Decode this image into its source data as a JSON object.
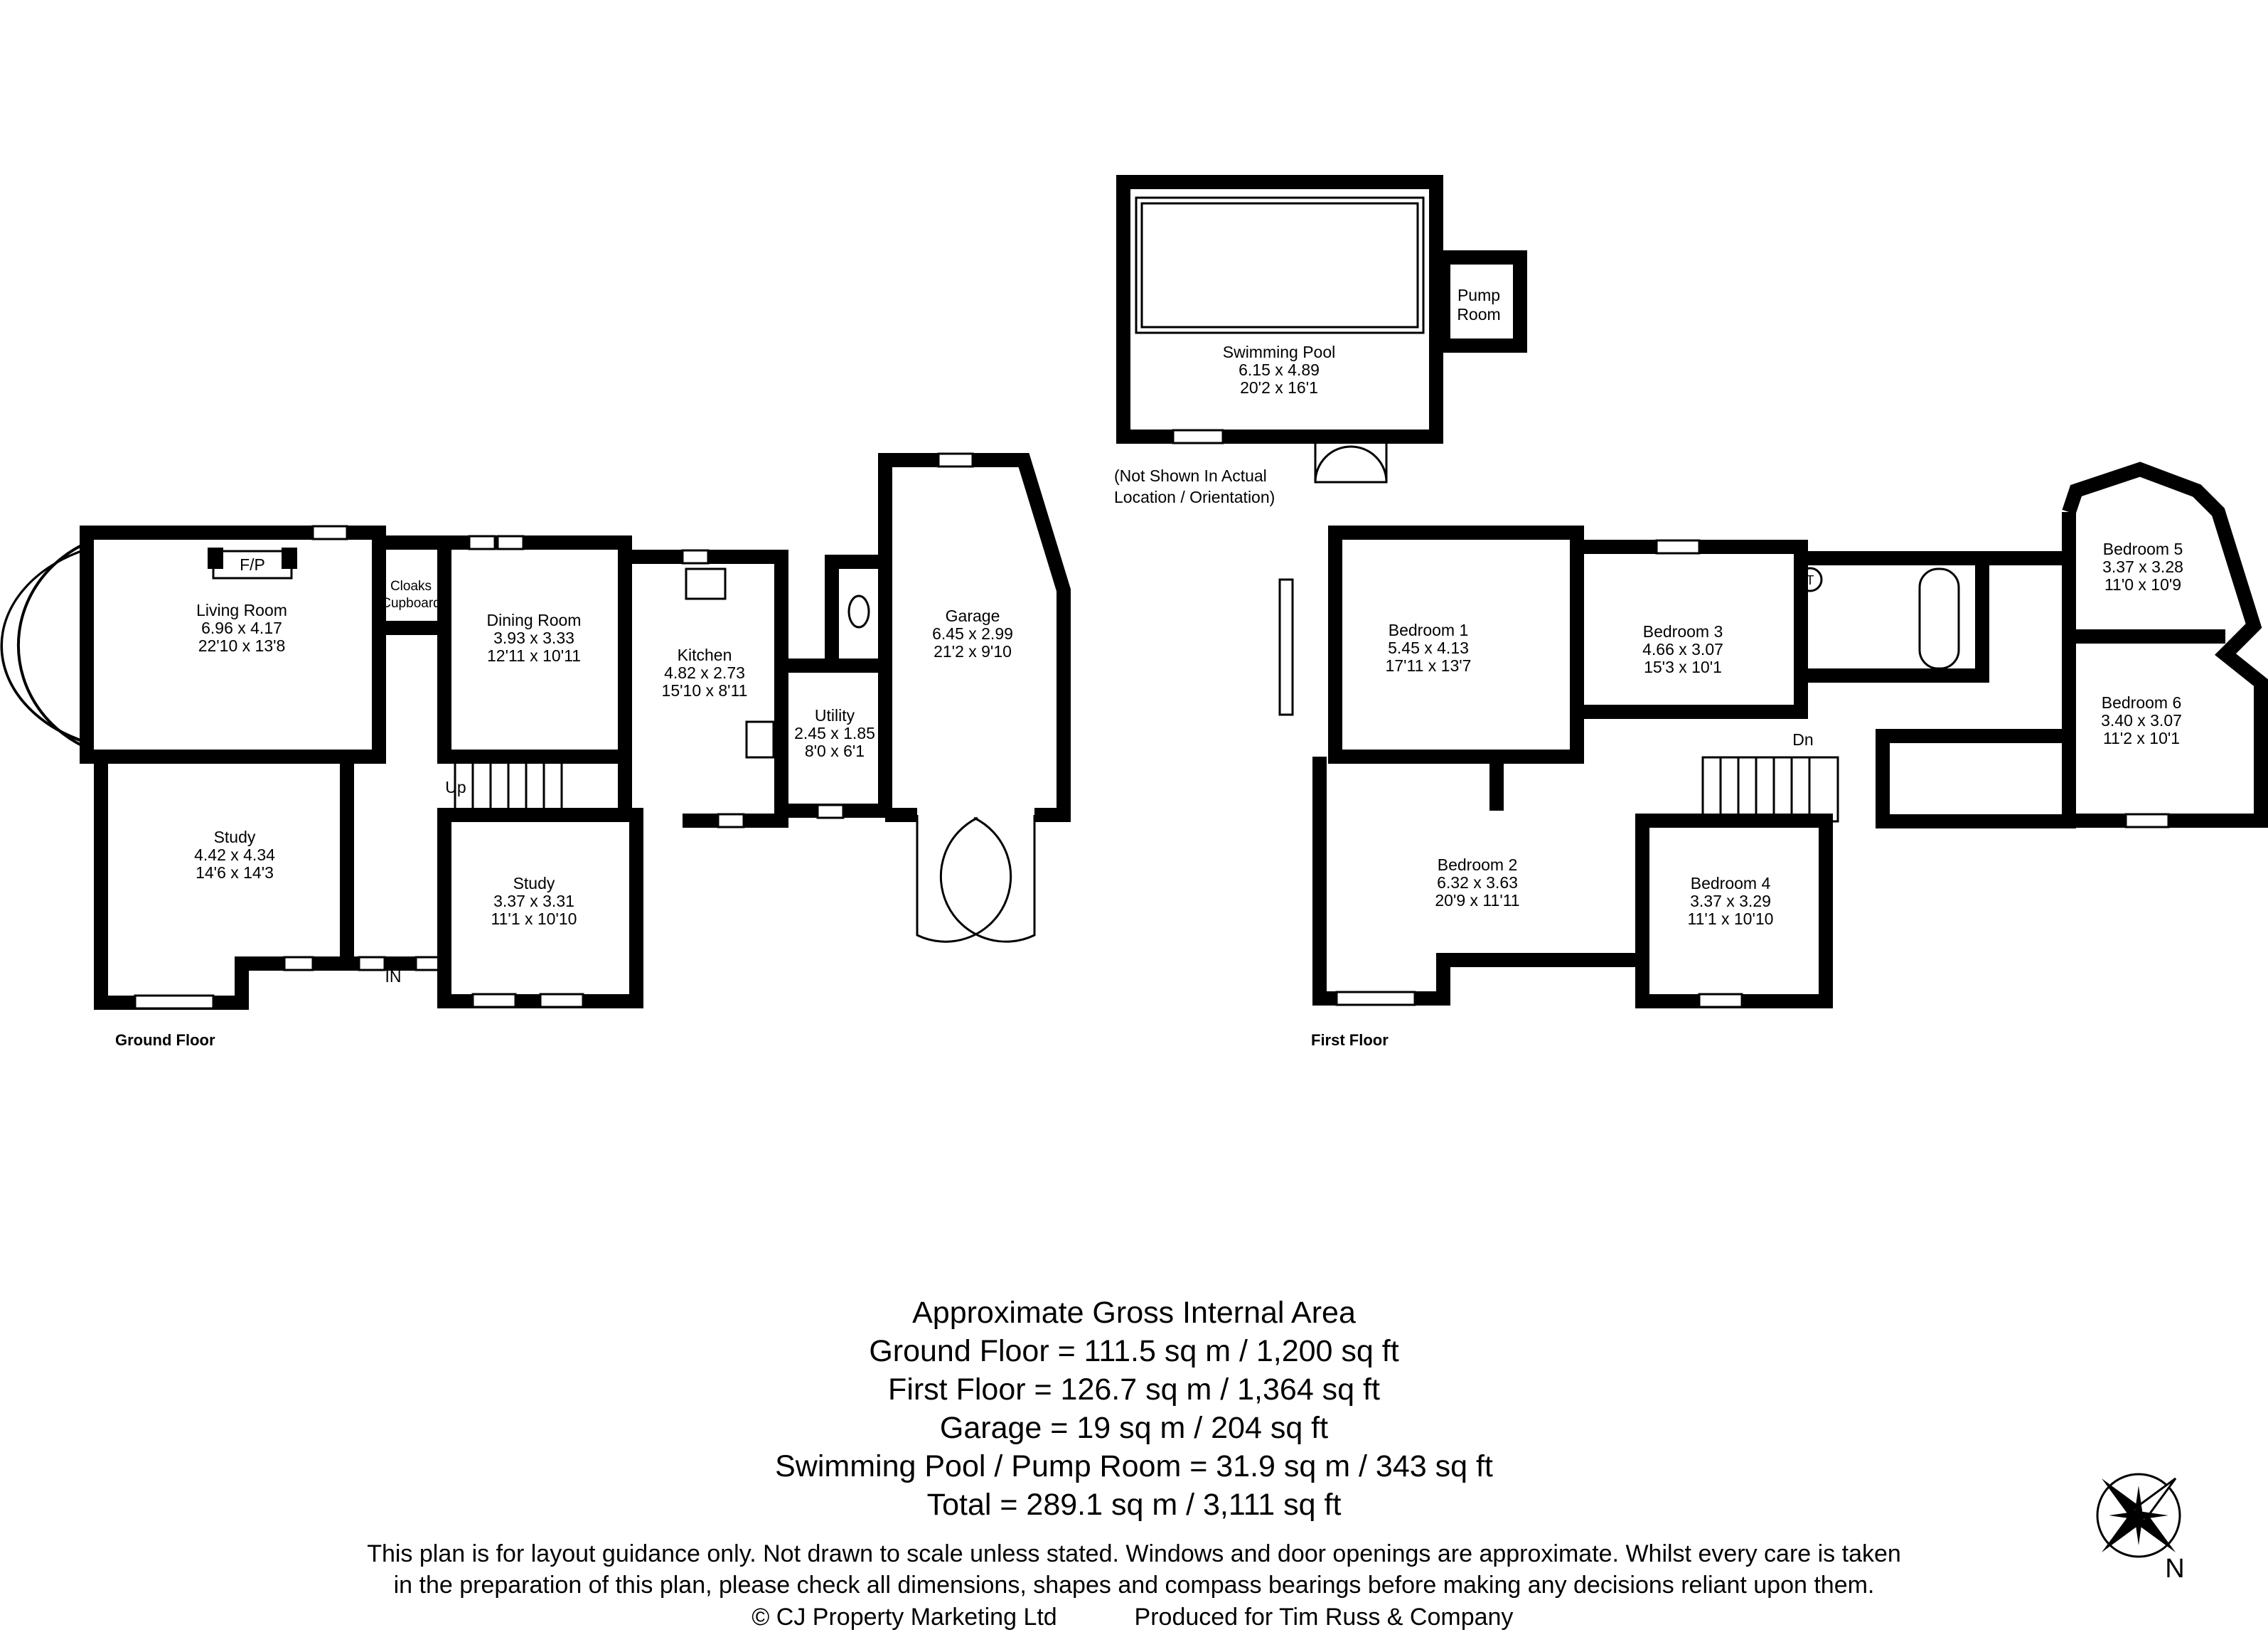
{
  "ground_floor": {
    "title": "Ground Floor",
    "rooms": [
      {
        "name": "Living Room",
        "metric": "6.96 x 4.17",
        "imperial": "22'10 x 13'8"
      },
      {
        "name": "Dining Room",
        "metric": "3.93 x 3.33",
        "imperial": "12'11 x 10'11"
      },
      {
        "name": "Kitchen",
        "metric": "4.82 x 2.73",
        "imperial": "15'10 x 8'11"
      },
      {
        "name": "Utility",
        "metric": "2.45 x 1.85",
        "imperial": "8'0 x 6'1"
      },
      {
        "name": "Garage",
        "metric": "6.45 x 2.99",
        "imperial": "21'2 x 9'10"
      },
      {
        "name": "Study",
        "metric": "4.42 x 4.34",
        "imperial": "14'6 x 14'3"
      },
      {
        "name": "Study",
        "metric": "3.37 x 3.31",
        "imperial": "11'1 x 10'10"
      }
    ],
    "cloaks": [
      "Cloaks",
      "Cupboard"
    ],
    "fireplace": "F/P",
    "stairs": "Up",
    "entrance": "IN"
  },
  "pool": {
    "name": "Swimming Pool",
    "metric": "6.15 x 4.89",
    "imperial": "20'2 x 16'1",
    "pump_room": [
      "Pump",
      "Room"
    ],
    "note": [
      "(Not Shown In Actual",
      "Location / Orientation)"
    ]
  },
  "first_floor": {
    "title": "First Floor",
    "rooms": [
      {
        "name": "Bedroom 1",
        "metric": "5.45 x 4.13",
        "imperial": "17'11 x 13'7"
      },
      {
        "name": "Bedroom 3",
        "metric": "4.66 x 3.07",
        "imperial": "15'3 x 10'1"
      },
      {
        "name": "Bedroom 5",
        "metric": "3.37 x 3.28",
        "imperial": "11'0 x 10'9"
      },
      {
        "name": "Bedroom 6",
        "metric": "3.40 x 3.07",
        "imperial": "11'2 x 10'1"
      },
      {
        "name": "Bedroom 2",
        "metric": "6.32 x 3.63",
        "imperial": "20'9 x 11'11"
      },
      {
        "name": "Bedroom 4",
        "metric": "3.37 x 3.29",
        "imperial": "11'1 x 10'10"
      }
    ],
    "stairs": "Dn",
    "tank": "T"
  },
  "area": {
    "heading": "Approximate Gross Internal Area",
    "lines": [
      "Ground Floor = 111.5 sq m / 1,200 sq ft",
      "First Floor = 126.7 sq m / 1,364 sq ft",
      "Garage = 19 sq m / 204 sq ft",
      "Swimming Pool / Pump Room = 31.9 sq m / 343 sq ft",
      "Total = 289.1 sq m / 3,111 sq ft"
    ]
  },
  "disclaimer": [
    "This plan is for layout guidance only. Not drawn to scale unless stated. Windows and door openings are approximate. Whilst every care is taken",
    "in the preparation of this plan, please check all dimensions, shapes and compass bearings before making any decisions reliant upon them."
  ],
  "credits": {
    "copyright": "© CJ Property Marketing Ltd",
    "produced": "Produced for Tim Russ & Company"
  },
  "compass": {
    "label": "N",
    "icon": "compass-rose-icon"
  }
}
